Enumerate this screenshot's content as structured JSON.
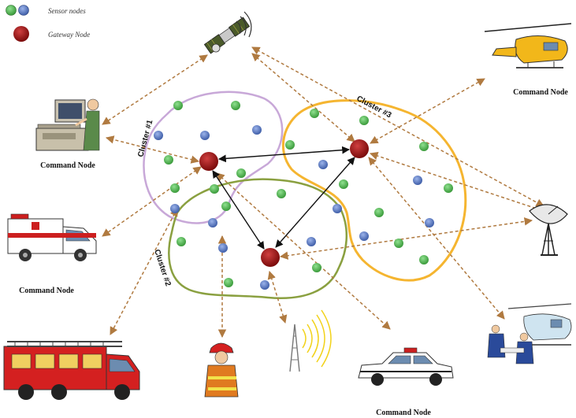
{
  "legend": {
    "sensor_label": "Sensor nodes",
    "gateway_label": "Gateway Node"
  },
  "clusters": [
    {
      "label": "Cluster #1",
      "color": "#c8a8d8"
    },
    {
      "label": "Cluster #2",
      "color": "#8aa040"
    },
    {
      "label": "Cluster #3",
      "color": "#f5b530"
    }
  ],
  "command_nodes": [
    {
      "label": "Command Node",
      "icon": "computer-operator-icon"
    },
    {
      "label": "Command Node",
      "icon": "helicopter-icon"
    },
    {
      "label": "Command Node",
      "icon": "ambulance-icon"
    },
    {
      "label": "Command Node",
      "icon": "police-car-icon"
    }
  ],
  "endpoints": [
    {
      "icon": "satellite-icon"
    },
    {
      "icon": "satellite-dish-icon"
    },
    {
      "icon": "fire-truck-icon"
    },
    {
      "icon": "firefighter-icon"
    },
    {
      "icon": "radio-tower-icon"
    },
    {
      "icon": "rescue-helicopter-icon"
    }
  ],
  "colors": {
    "sensor_green": "#5cb85c",
    "sensor_blue": "#5b7fc4",
    "gateway_red": "#a01818",
    "dashed_link": "#b07a40",
    "gateway_link": "#111111"
  }
}
